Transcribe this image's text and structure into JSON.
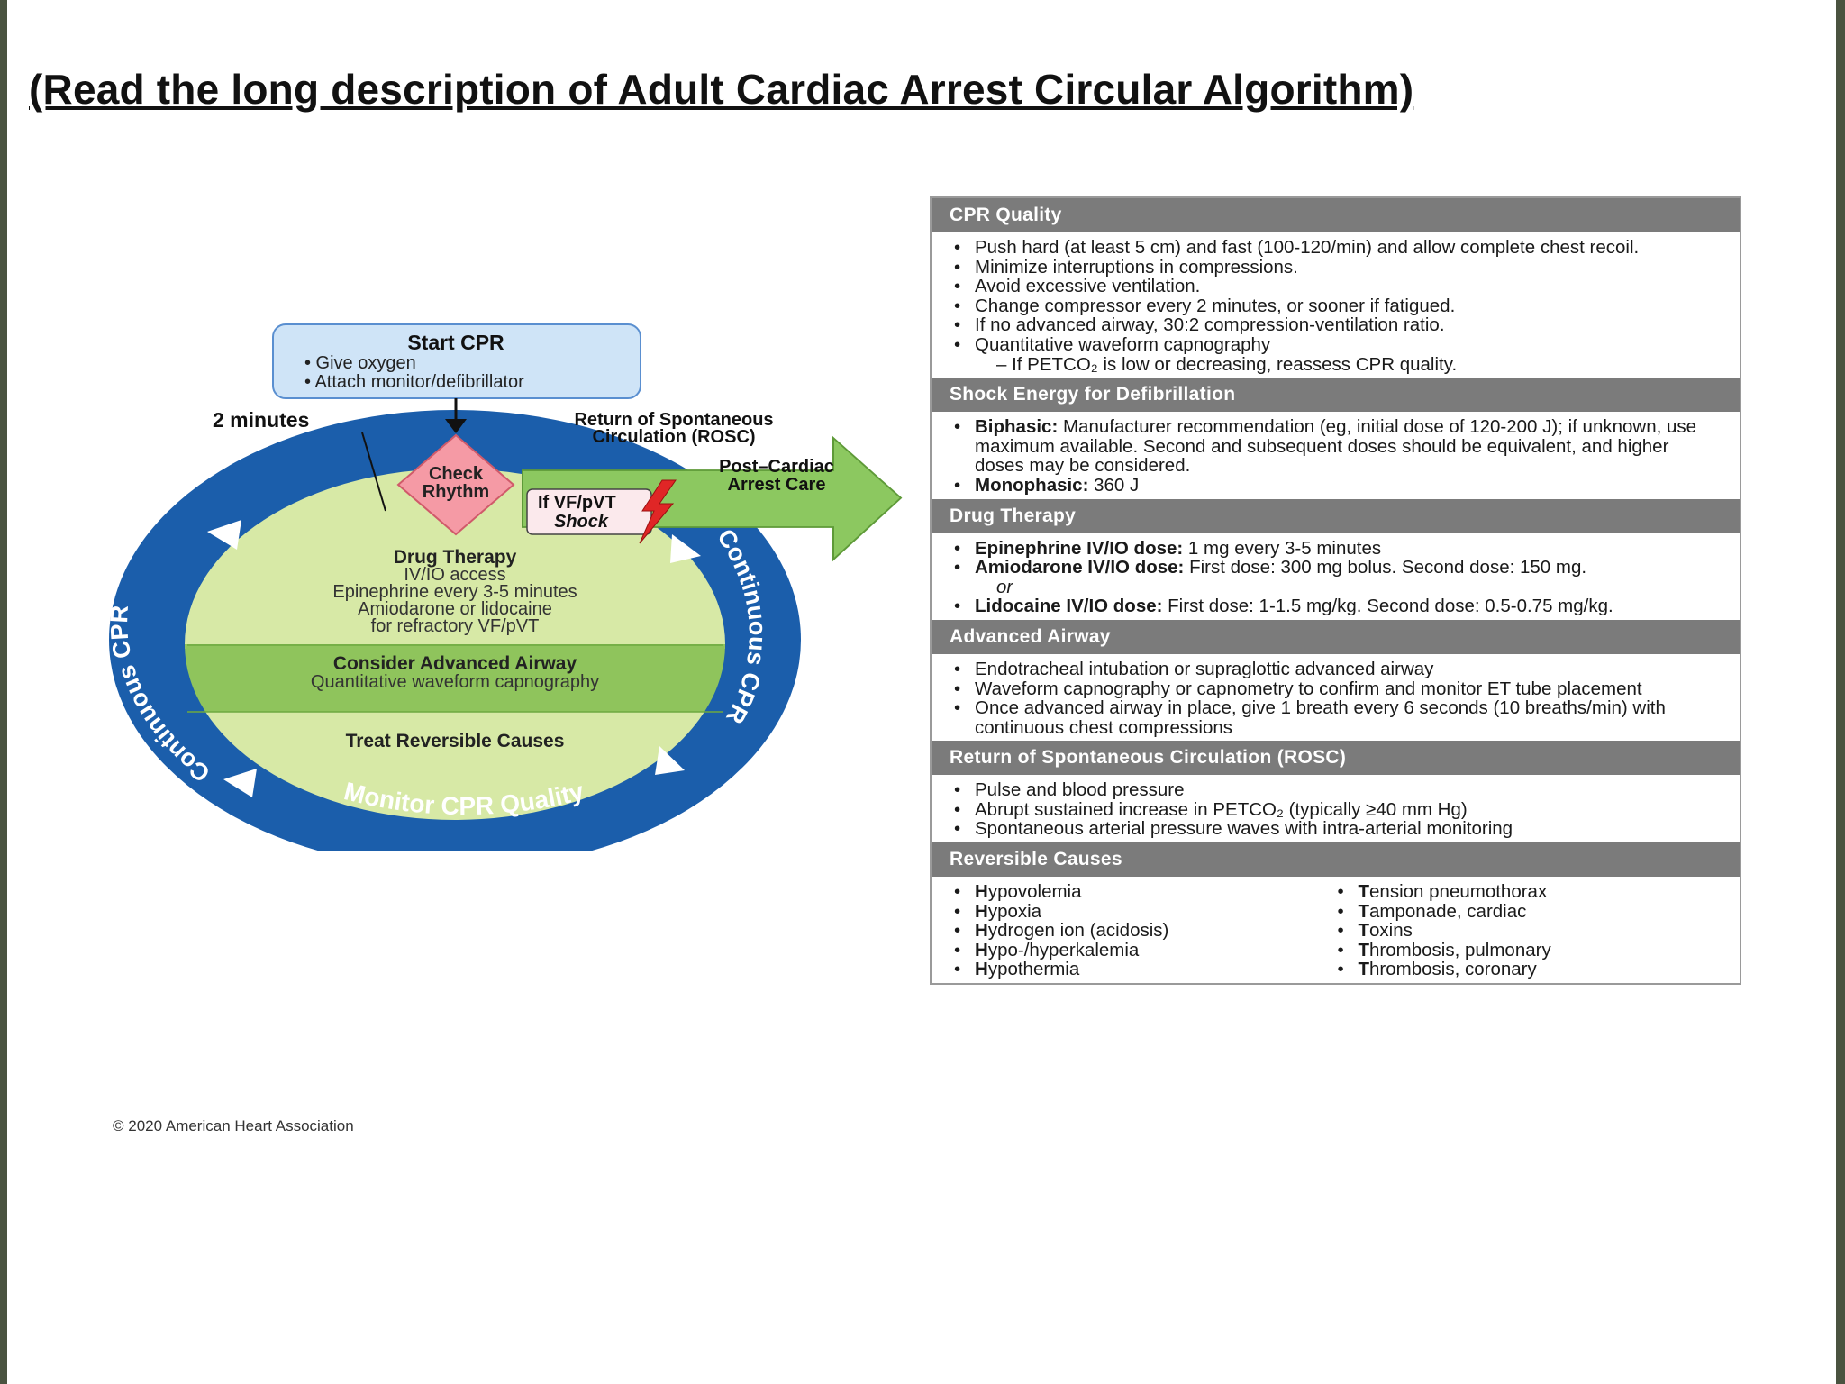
{
  "title": "(Read the long description of Adult Cardiac Arrest Circular Algorithm)",
  "diagram": {
    "start_title": "Start CPR",
    "start_items": [
      "• Give oxygen",
      "• Attach monitor/defibrillator"
    ],
    "two_minutes": "2 minutes",
    "check_rhythm": [
      "Check",
      "Rhythm"
    ],
    "rosc": [
      "Return of Spontaneous",
      "Circulation (ROSC)"
    ],
    "post_arrest": [
      "Post–Cardiac",
      "Arrest Care"
    ],
    "shock": [
      "If VF/pVT",
      "Shock"
    ],
    "drug_therapy": [
      "Drug Therapy",
      "IV/IO access",
      "Epinephrine every 3-5 minutes",
      "Amiodarone or lidocaine",
      "for refractory VF/pVT"
    ],
    "airway": [
      "Consider Advanced Airway",
      "Quantitative waveform capnography"
    ],
    "reversible": "Treat Reversible Causes",
    "continuous_cpr": "Continuous CPR",
    "monitor_quality": "Monitor CPR Quality",
    "colors": {
      "ring": "#1b5eab",
      "inner": "#d7e9a6",
      "band": "#8fc45c",
      "arrow": "#8cc860",
      "diamond": "#f59aa5",
      "start_box": "#cfe4f7"
    }
  },
  "copyright": "© 2020 American Heart Association",
  "panel": {
    "cpr_quality": {
      "heading": "CPR Quality",
      "items": [
        "Push hard (at least 5 cm) and fast (100-120/min) and allow complete chest recoil.",
        "Minimize interruptions in compressions.",
        "Avoid excessive ventilation.",
        "Change compressor every 2 minutes, or sooner if fatigued.",
        "If no advanced airway, 30:2 compression-ventilation ratio.",
        "Quantitative waveform capnography"
      ],
      "sub": "– If PETCO₂ is low or decreasing, reassess CPR quality."
    },
    "shock_energy": {
      "heading": "Shock Energy for Defibrillation",
      "biphasic_label": "Biphasic:",
      "biphasic_text": " Manufacturer recommendation (eg, initial dose of 120-200 J); if unknown, use maximum available. Second and subsequent doses should be equivalent, and higher doses may be considered.",
      "monophasic_label": "Monophasic:",
      "monophasic_text": " 360 J"
    },
    "drug_therapy": {
      "heading": "Drug Therapy",
      "epi_label": "Epinephrine IV/IO dose:",
      "epi_text": " 1 mg every 3-5 minutes",
      "amio_label": "Amiodarone IV/IO dose:",
      "amio_text": " First dose: 300 mg bolus. Second dose: 150 mg.",
      "or": "or",
      "lido_label": "Lidocaine IV/IO dose:",
      "lido_text": " First dose: 1-1.5 mg/kg. Second dose: 0.5-0.75 mg/kg."
    },
    "advanced_airway": {
      "heading": "Advanced Airway",
      "items": [
        "Endotracheal intubation or supraglottic advanced airway",
        "Waveform capnography or capnometry to confirm and monitor ET tube placement",
        "Once advanced airway in place, give 1 breath every 6 seconds (10 breaths/min) with continuous chest compressions"
      ]
    },
    "rosc": {
      "heading": "Return of Spontaneous Circulation (ROSC)",
      "items": [
        "Pulse and blood pressure",
        "Abrupt sustained increase in PETCO₂ (typically ≥40 mm Hg)",
        "Spontaneous arterial pressure waves with intra-arterial monitoring"
      ]
    },
    "reversible_causes": {
      "heading": "Reversible Causes",
      "h_items": [
        {
          "letter": "H",
          "rest": "ypovolemia"
        },
        {
          "letter": "H",
          "rest": "ypoxia"
        },
        {
          "letter": "H",
          "rest": "ydrogen ion (acidosis)"
        },
        {
          "letter": "H",
          "rest": "ypo-/hyperkalemia"
        },
        {
          "letter": "H",
          "rest": "ypothermia"
        }
      ],
      "t_items": [
        {
          "letter": "T",
          "rest": "ension pneumothorax"
        },
        {
          "letter": "T",
          "rest": "amponade, cardiac"
        },
        {
          "letter": "T",
          "rest": "oxins"
        },
        {
          "letter": "T",
          "rest": "hrombosis, pulmonary"
        },
        {
          "letter": "T",
          "rest": "hrombosis, coronary"
        }
      ]
    }
  }
}
